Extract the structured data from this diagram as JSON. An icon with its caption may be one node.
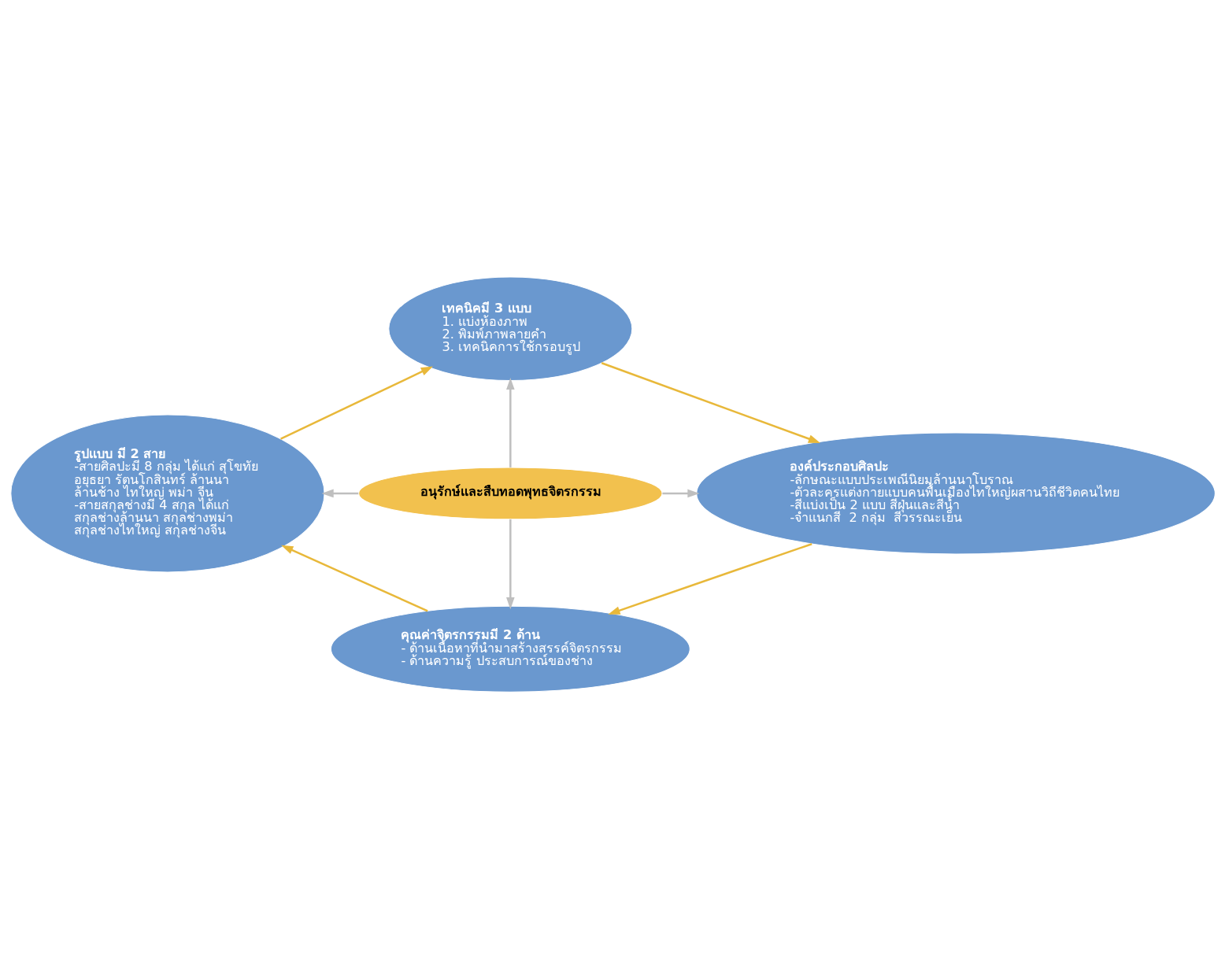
{
  "diagram": {
    "nodes": [
      {
        "text": [
          "อนุรักษ์และสืบทอดพุทธจิตรกรรม"
        ]
      },
      {
        "text": [
          "เทคนิคมี 3 แบบ",
          "1. แบ่งห้องภาพ",
          "2. พิมพ์ภาพลายคำ",
          "3. เทคนิคการใช้กรอบรูป"
        ]
      },
      {
        "text": [
          "องค์ประกอบศิลปะ",
          "-ลักษณะแบบประเพณีนิยมล้านนาโบราณ",
          "-ตัวละครแต่งกายแบบคนพื้นเมืองไทใหญ่ผสานวิถีชีวิตคนไทย",
          "-สีแบ่งเป็น 2 แบบ สีฝุ่นและสีน้ำ",
          "-จำแนกสี  2 กลุ่ม  สีวรรณะเย็น"
        ]
      },
      {
        "text": [
          "คุณค่าจิตรกรรมมี 2 ด้าน",
          "- ด้านเนื้อหาที่นำมาสร้างสรรค์จิตรกรรม",
          "- ด้านความรู้ ประสบการณ์ของช่าง"
        ]
      },
      {
        "text": [
          "รูปแบบ มี 2 สาย",
          "-สายศิลปะมี 8 กลุ่ม ได้แก่ สุโขทัย อยุธยา รัตนโกสินทร์ ล้านนา ล้านช้าง ไทใหญ่ พม่า จีน",
          "-สายสกุลช่างมี 4 สกุล ได้แก่ สกุลช่างล้านนา สกุลช่างพม่า สกุลช่างไทใหญ่ สกุลช่างจีน"
        ]
      }
    ],
    "edges": [
      {
        "from": 0,
        "to": 1,
        "arrow": "to",
        "color": "#bfbfbf"
      },
      {
        "from": 0,
        "to": 2,
        "arrow": "to",
        "color": "#bfbfbf"
      },
      {
        "from": 0,
        "to": 3,
        "arrow": "to",
        "color": "#bfbfbf"
      },
      {
        "from": 0,
        "to": 4,
        "arrow": "to",
        "color": "#bfbfbf"
      },
      {
        "from": 4,
        "to": 1,
        "arrow": "to",
        "color": "#e8b83a"
      },
      {
        "from": 1,
        "to": 2,
        "arrow": "to",
        "color": "#e8b83a"
      },
      {
        "from": 2,
        "to": 3,
        "arrow": "to",
        "color": "#e8b83a"
      },
      {
        "from": 3,
        "to": 4,
        "arrow": "to",
        "color": "#e8b83a"
      }
    ]
  }
}
